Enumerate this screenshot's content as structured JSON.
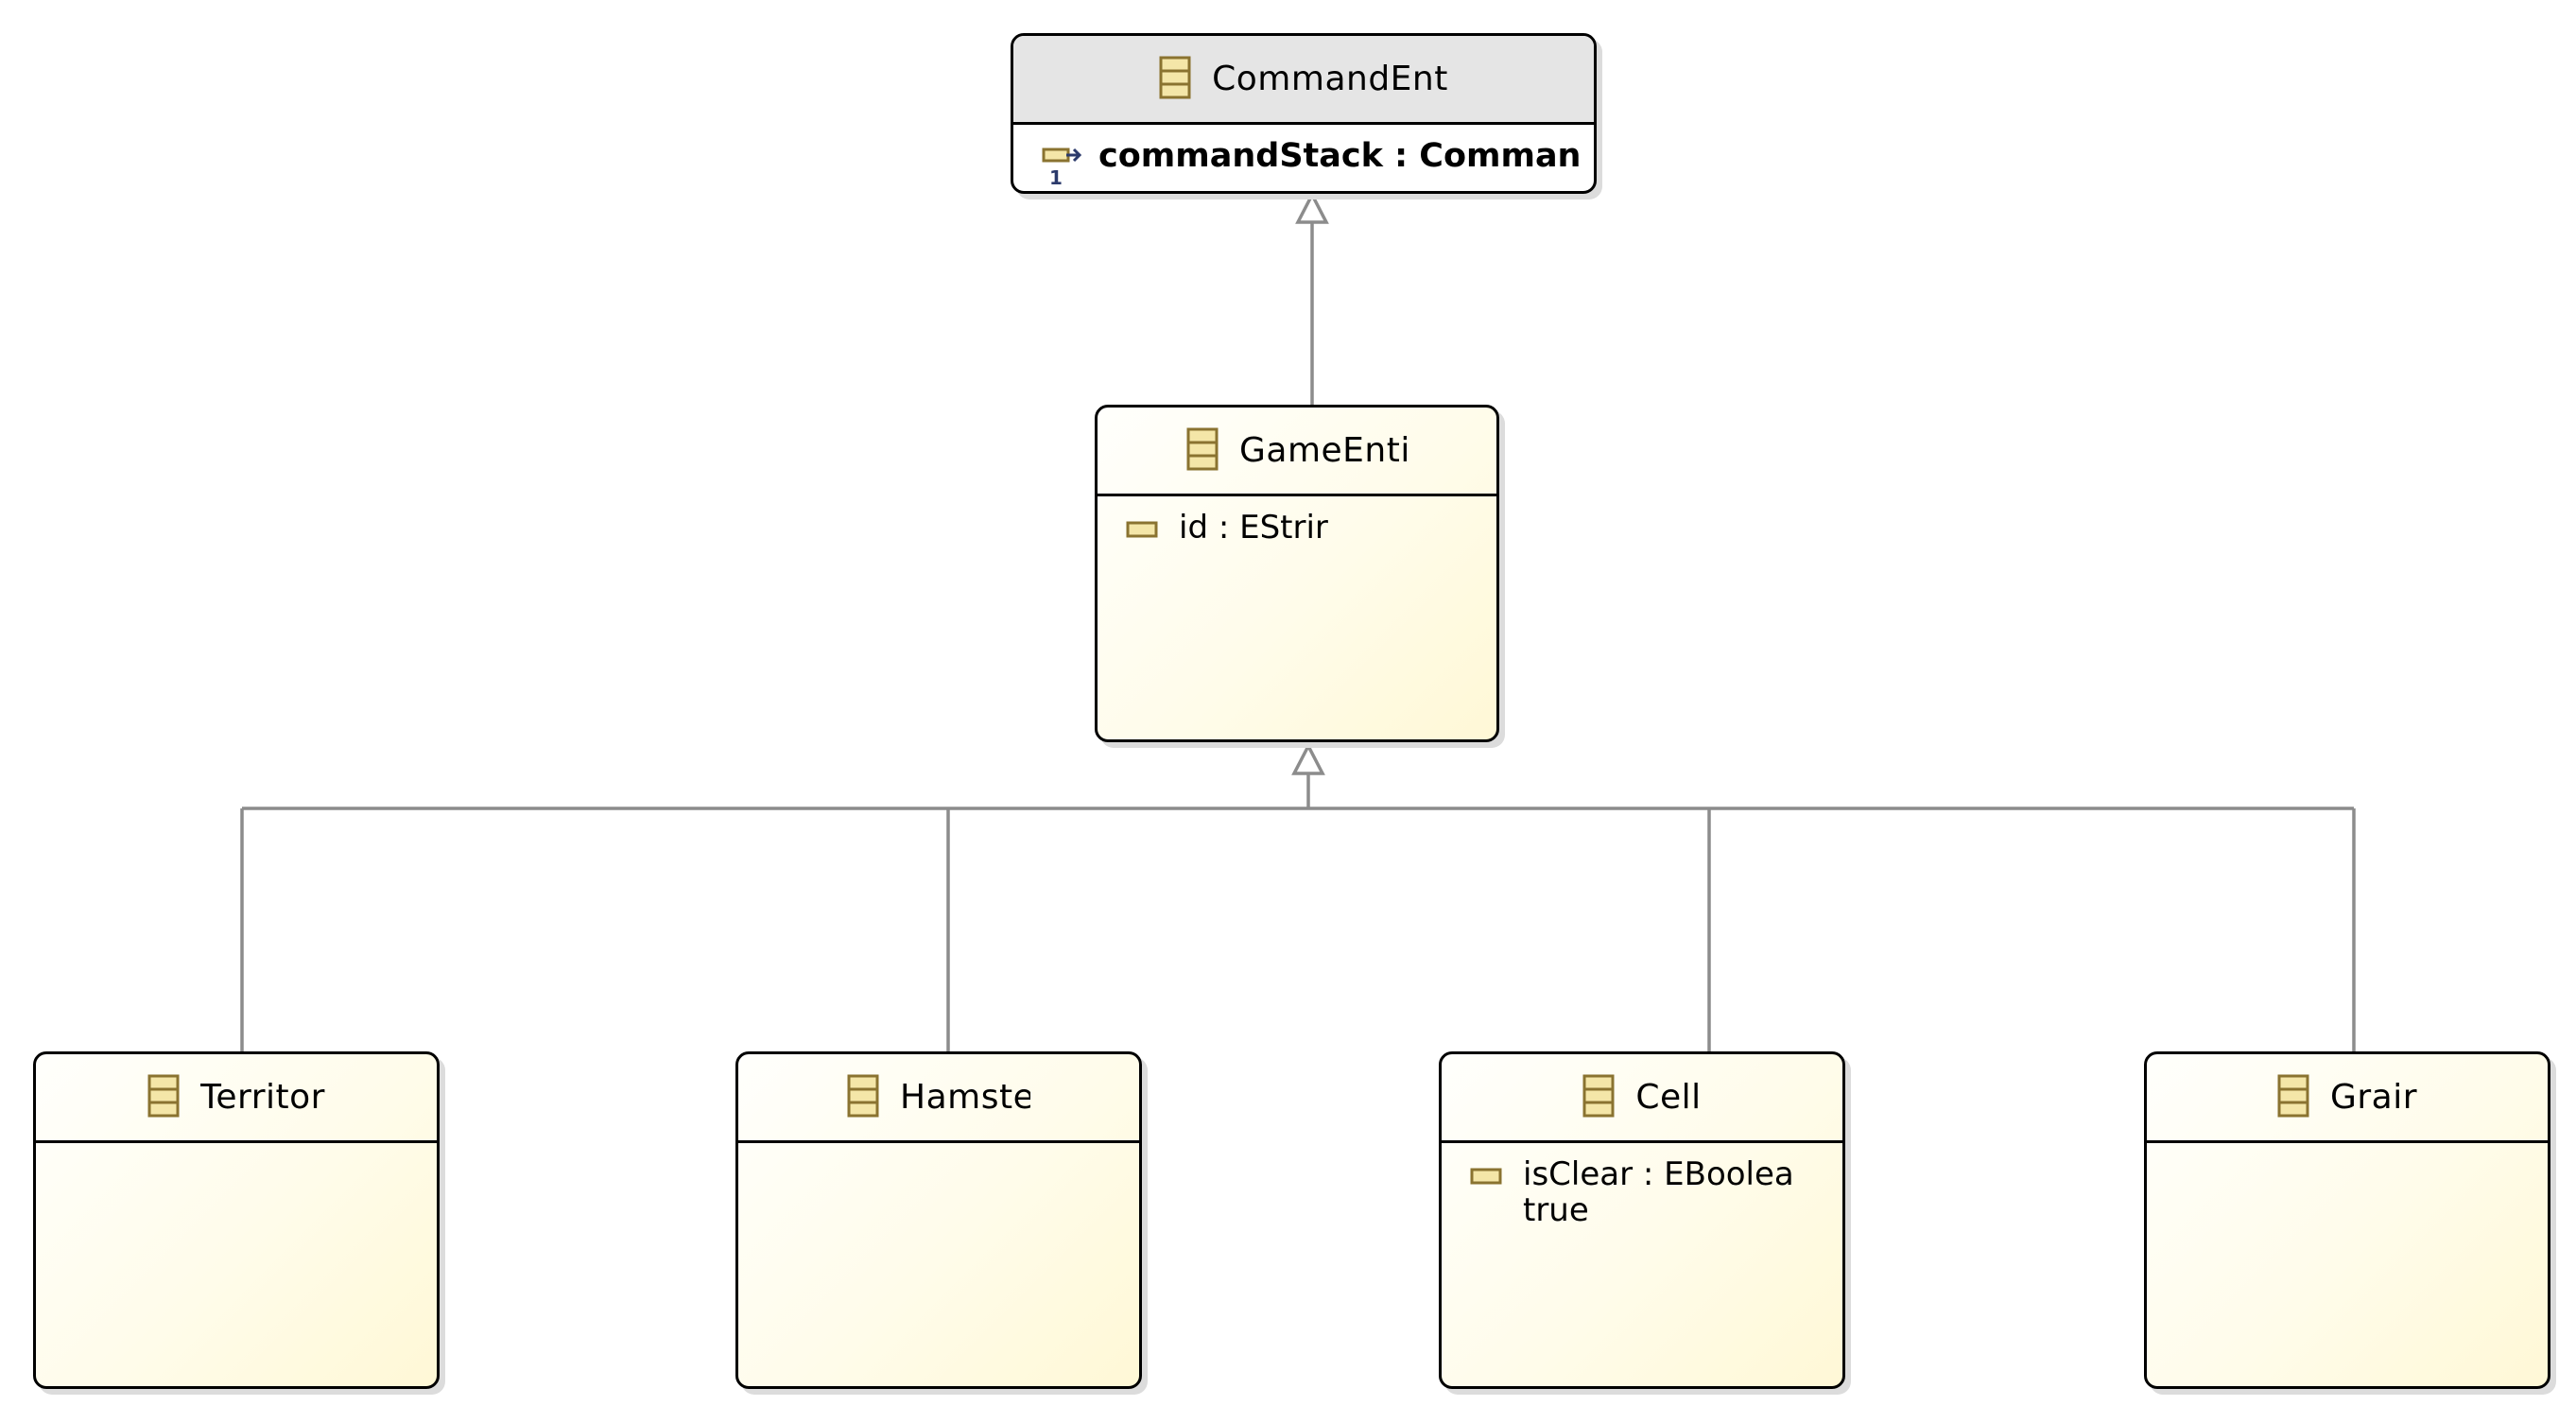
{
  "colors": {
    "connector": "#8c8c8c",
    "icon_stroke": "#8a7330",
    "icon_fill": "#f4e6a8",
    "border": "#000000",
    "header_gray": "#e5e5e5",
    "body_fill": "#fffcea"
  },
  "classes": {
    "command_ent": {
      "name": "CommandEnt",
      "icon": "eclass-icon",
      "attributes": [
        {
          "text": "commandStack : Comman",
          "icon": "ereference-icon",
          "cardinality": "1"
        }
      ]
    },
    "game_entity": {
      "name": "GameEnti",
      "icon": "eclass-icon",
      "attributes": [
        {
          "text": "id : EStrir",
          "icon": "eattribute-icon"
        }
      ]
    },
    "territory": {
      "name": "Territor",
      "icon": "eclass-icon",
      "attributes": []
    },
    "hamster": {
      "name": "Hamste",
      "icon": "eclass-icon",
      "attributes": []
    },
    "cell": {
      "name": "Cell",
      "icon": "eclass-icon",
      "attributes": [
        {
          "text": "isClear : EBoolea",
          "default": "true",
          "icon": "eattribute-icon"
        }
      ]
    },
    "grain": {
      "name": "Grair",
      "icon": "eclass-icon",
      "attributes": []
    }
  },
  "relations": [
    {
      "type": "generalization",
      "from": "GameEnti",
      "to": "CommandEnt"
    },
    {
      "type": "generalization",
      "from": "Territor",
      "to": "GameEnti"
    },
    {
      "type": "generalization",
      "from": "Hamste",
      "to": "GameEnti"
    },
    {
      "type": "generalization",
      "from": "Cell",
      "to": "GameEnti"
    },
    {
      "type": "generalization",
      "from": "Grair",
      "to": "GameEnti"
    }
  ]
}
